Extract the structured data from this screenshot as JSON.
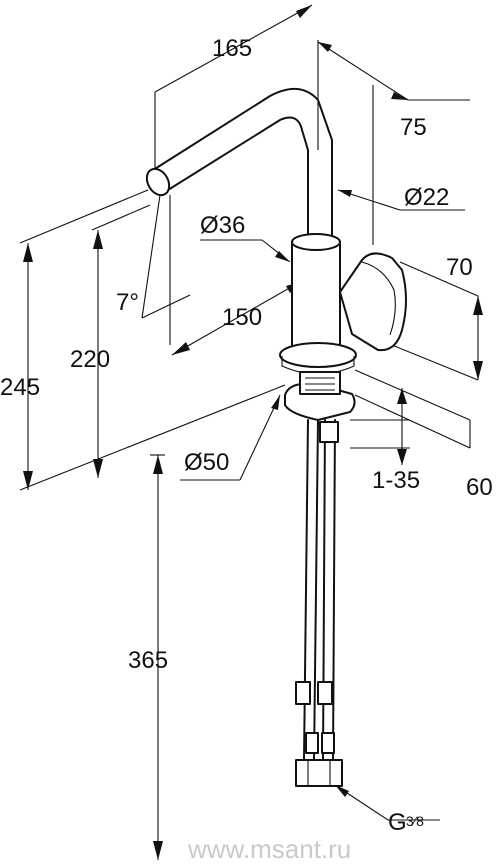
{
  "dimensions": {
    "spout_reach": "165",
    "depth": "75",
    "spout_diameter": "Ø22",
    "body_diameter": "Ø36",
    "handle_height": "70",
    "spout_angle": "7°",
    "spout_height": "220",
    "body_to_spout": "150",
    "total_height": "245",
    "base_diameter": "Ø50",
    "base_depth": "60",
    "counter_thickness": "1-35",
    "hose_length": "365",
    "thread": "G",
    "thread_fraction": "3⁄8"
  },
  "watermark": "www.msant.ru",
  "colors": {
    "line": "#111111",
    "watermark": "#c9c9c9"
  }
}
